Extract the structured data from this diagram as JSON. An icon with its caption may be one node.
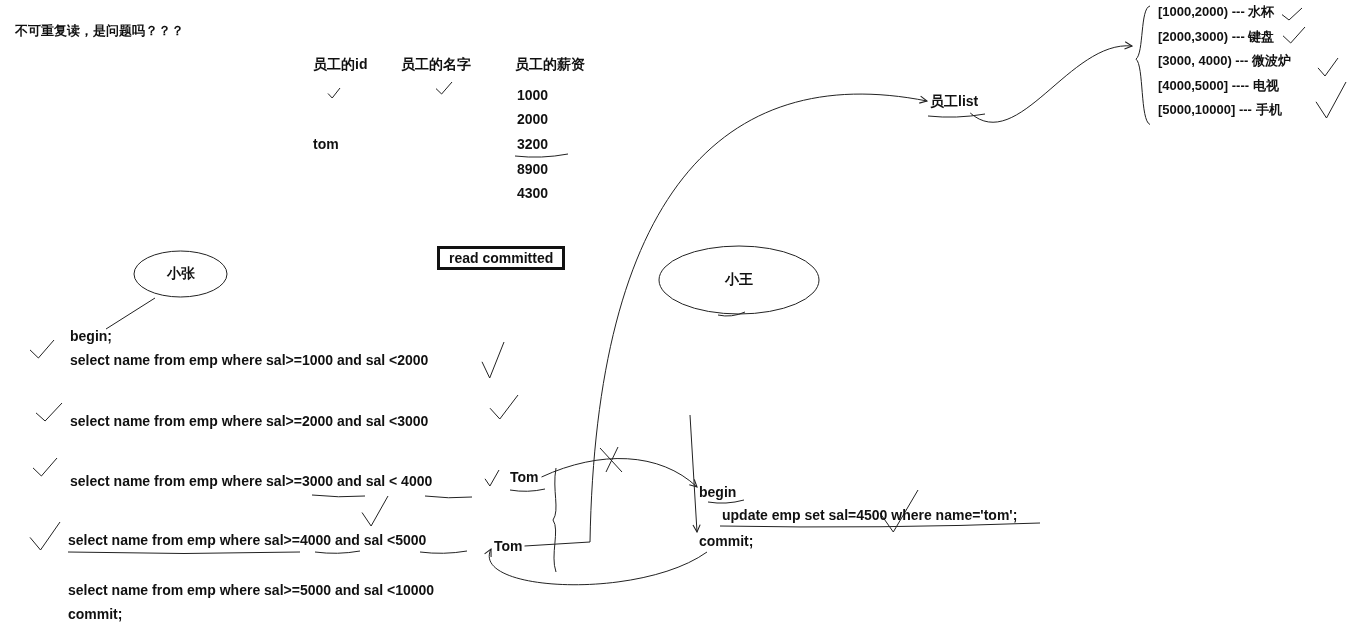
{
  "diagram": {
    "title": "不可重复读，是问题吗？？？",
    "nodes": [
      {
        "text": [
          "员工list"
        ]
      },
      {
        "text": [
          "[1000,2000) --- 水杯",
          "[2000,3000) --- 键盘",
          "[3000, 4000) --- 微波炉",
          "[4000,5000] ---- 电视",
          "[5000,10000] --- 手机"
        ]
      },
      {
        "text": [
          "小张"
        ]
      },
      {
        "text": [
          "read committed"
        ]
      },
      {
        "text": [
          "小王"
        ]
      },
      {
        "text": [
          "begin;"
        ]
      },
      {
        "text": [
          "Tom"
        ]
      },
      {
        "text": [
          "begin"
        ]
      },
      {
        "text": [
          "Tom"
        ]
      },
      {
        "text": [
          "commit;"
        ]
      }
    ],
    "edges": [
      {
        "from": 8,
        "to": 0,
        "arrow": "to"
      },
      {
        "from": 0,
        "to": 1,
        "arrow": "to"
      },
      {
        "from": 2,
        "to": 5,
        "arrow": "none"
      },
      {
        "from": 6,
        "to": 7,
        "arrow": "to"
      },
      {
        "from": 9,
        "to": 8,
        "arrow": "to"
      },
      {
        "from": null,
        "to": 9,
        "arrow": "to"
      }
    ],
    "labels": [
      "员工的id",
      "员工的名字",
      "员工的薪资",
      "1000",
      "2000",
      "tom",
      "3200",
      "8900",
      "4300",
      "select name from emp where sal>=1000 and sal <2000",
      "select name from emp where sal>=2000 and sal <3000",
      "select name from emp where sal>=3000 and sal < 4000",
      "update emp set sal=4500 where name='tom';",
      "select name from emp where sal>=4000 and sal <5000",
      "select name from emp where sal>=5000 and sal <10000",
      "commit;"
    ]
  }
}
